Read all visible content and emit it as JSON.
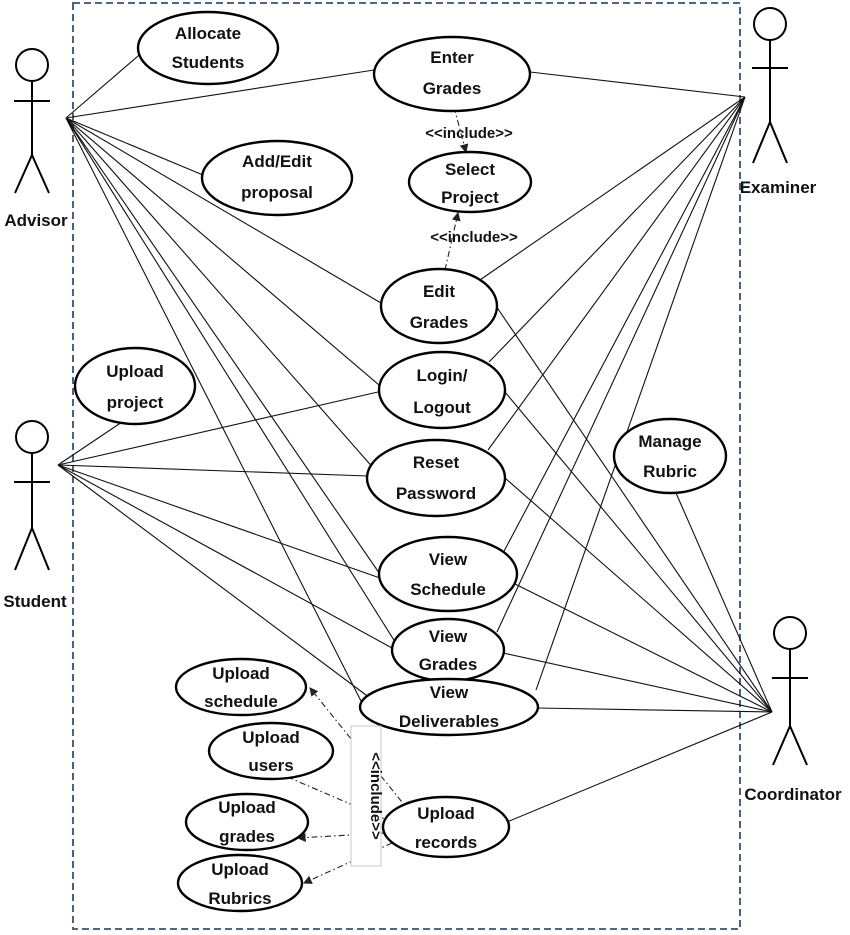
{
  "actors": {
    "advisor": "Advisor",
    "examiner": "Examiner",
    "student": "Student",
    "coordinator": "Coordinator"
  },
  "use_cases": {
    "allocate_students": [
      "Allocate",
      "Students"
    ],
    "enter_grades": [
      "Enter",
      "Grades"
    ],
    "add_edit_proposal": [
      "Add/Edit",
      "proposal"
    ],
    "select_project": [
      "Select",
      "Project"
    ],
    "edit_grades": [
      "Edit",
      "Grades"
    ],
    "upload_project": [
      "Upload",
      "project"
    ],
    "login_logout": [
      "Login/",
      "Logout"
    ],
    "reset_password": [
      "Reset",
      "Password"
    ],
    "manage_rubric": [
      "Manage",
      "Rubric"
    ],
    "view_schedule": [
      "View",
      "Schedule"
    ],
    "view_grades": [
      "View",
      "Grades"
    ],
    "view_deliverables": [
      "View",
      "Deliverables"
    ],
    "upload_schedule": [
      "Upload",
      "schedule"
    ],
    "upload_users": [
      "Upload",
      "users"
    ],
    "upload_grades": [
      "Upload",
      "grades"
    ],
    "upload_rubrics": [
      "Upload",
      "Rubrics"
    ],
    "upload_records": [
      "Upload",
      "records"
    ]
  },
  "relations": {
    "include_1": "<<include>>",
    "include_2": "<<include>>",
    "include_vertical": "<<include>>"
  },
  "colors": {
    "boundary": "#2e5478",
    "lines": "#111111"
  }
}
